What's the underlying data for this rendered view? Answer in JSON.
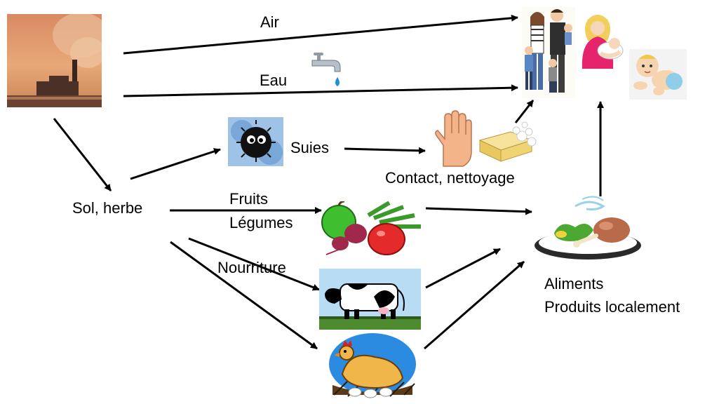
{
  "labels": {
    "air": "Air",
    "eau": "Eau",
    "suies": "Suies",
    "contact": "Contact, nettoyage",
    "sol": "Sol, herbe",
    "fruits": "Fruits",
    "legumes": "Légumes",
    "nourriture": "Nourriture",
    "aliments": "Aliments",
    "produits": "Produits localement"
  },
  "icons": [
    "factory-smoke-image",
    "water-tap-icon",
    "soot-particle-icon",
    "hand-icon",
    "soap-icon",
    "family-icon",
    "mother-baby-icon",
    "baby-icon",
    "fruits-vegetables-icon",
    "cow-icon",
    "hen-icon",
    "food-plate-icon"
  ],
  "colors": {
    "arrow": "#000000",
    "text": "#000000"
  }
}
